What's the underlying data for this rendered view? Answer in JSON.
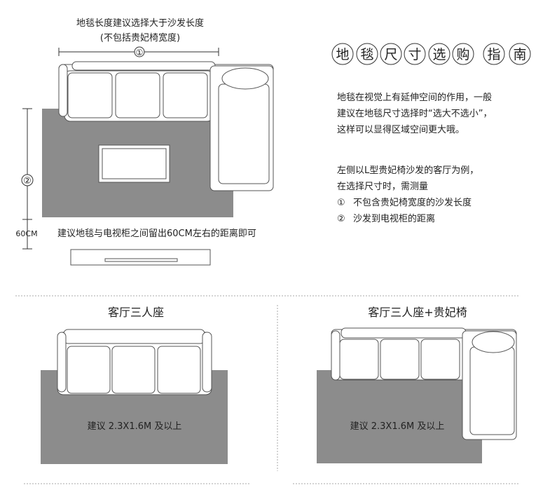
{
  "title": {
    "chars": [
      "地",
      "毯",
      "尺",
      "寸",
      "选",
      "购",
      "指",
      "南"
    ]
  },
  "intro": {
    "lines": [
      "地毯在视觉上有延伸空间的作用，一般",
      "建议在地毯尺寸选择时“选大不选小”，",
      "这样可以显得区域空间更大哦。"
    ]
  },
  "measure": {
    "lines": [
      "左侧以L型贵妃椅沙发的客厅为例，",
      "在选择尺寸时，需测量"
    ],
    "items": [
      {
        "num": "①",
        "text": "不包含贵妃椅宽度的沙发长度"
      },
      {
        "num": "②",
        "text": "沙发到电视柜的距离"
      }
    ]
  },
  "diagram": {
    "top_note_line1": "地毯长度建议选择大于沙发长度",
    "top_note_line2": "(不包括贵妃椅宽度)",
    "marker1": "①",
    "marker2": "②",
    "cm_label": "60CM",
    "tv_note": "建议地毯与电视柜之间留出60CM左右的距离即可"
  },
  "panels": [
    {
      "title": "客厅三人座",
      "rug_text": "建议 2.3X1.6M 及以上"
    },
    {
      "title": "客厅三人座+贵妃椅",
      "rug_text": "建议 2.3X1.6M 及以上"
    }
  ],
  "colors": {
    "rug": "#8c8c8c",
    "line": "#555555",
    "dotted": "#aaaaaa"
  }
}
